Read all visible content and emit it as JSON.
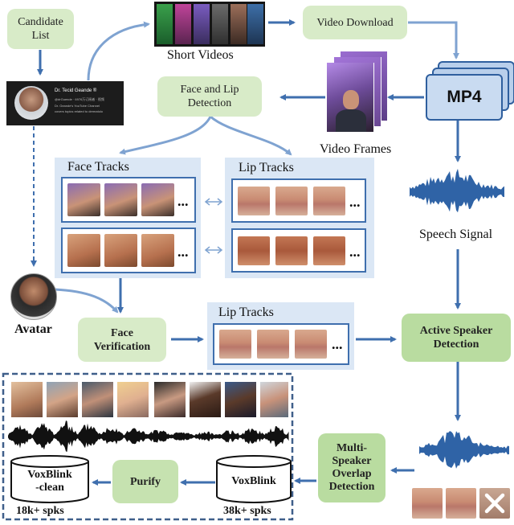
{
  "nodes": {
    "candidate_list": "Candidate\nList",
    "short_videos": "Short Videos",
    "video_download": "Video Download",
    "mp4": "MP4",
    "face_lip_detection": "Face and Lip\nDetection",
    "video_frames": "Video Frames",
    "speech_signal": "Speech Signal",
    "face_tracks": "Face Tracks",
    "lip_tracks_top": "Lip Tracks",
    "avatar": "Avatar",
    "face_verification": "Face\nVerification",
    "lip_tracks_mid": "Lip Tracks",
    "active_speaker_detection": "Active Speaker\nDetection",
    "multi_speaker_overlap": "Multi-\nSpeaker\nOverlap\nDetection",
    "voxblink": "VoxBlink",
    "voxblink_count": "38k+ spks",
    "purify": "Purify",
    "voxblink_clean": "VoxBlink\n-clean",
    "voxblink_clean_count": "18k+ spks"
  },
  "profile_card": {
    "name": "Dr. Tecid Geande ®",
    "line1": "@drGuende · 6976万订阅者 · 视频",
    "line2": "Dr. Geande's YouTube Channel",
    "line3": "covers topics related to dermatolo"
  },
  "ellipsis": "...",
  "colors": {
    "arrow": "#3f6fae",
    "green_box": "#d8ebc8",
    "green_box_dark": "#b9dca0",
    "panel": "#dbe7f5",
    "waveform": "#2f63a6"
  }
}
